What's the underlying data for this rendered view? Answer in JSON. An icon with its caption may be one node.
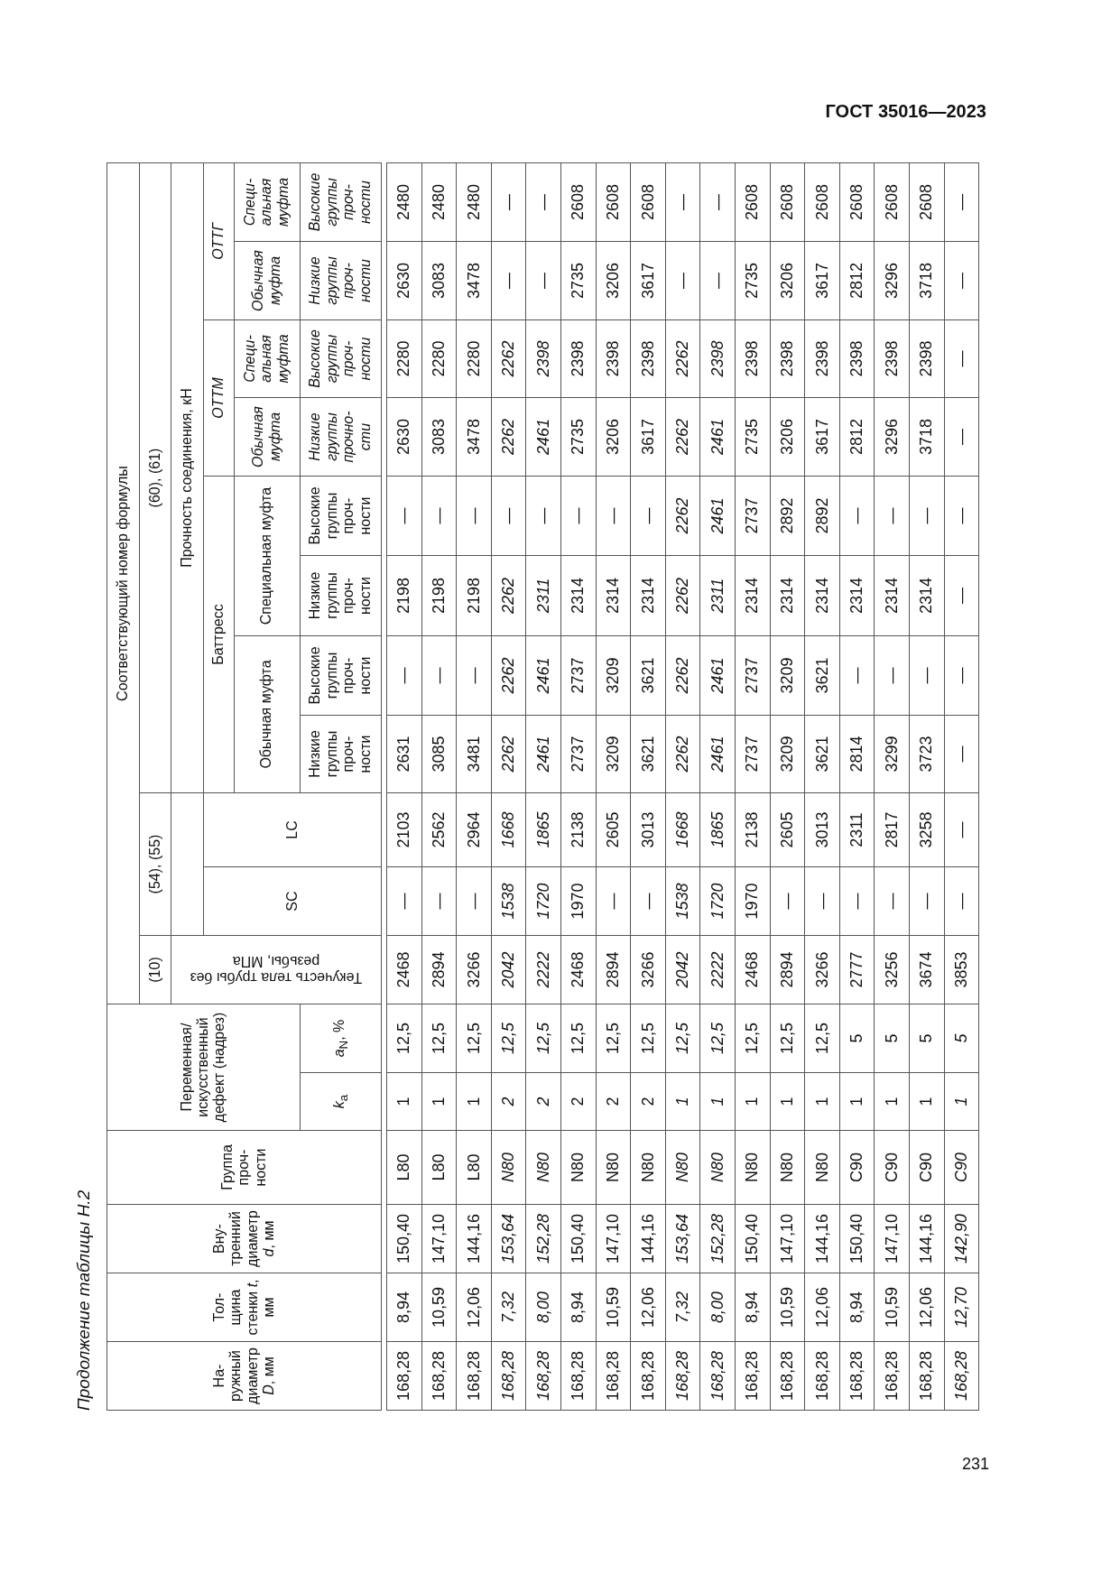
{
  "diagram": {
    "title": "Продолжение таблицы Н.2",
    "labels": [
      "ГОСТ 35016—2023",
      "На- ружный диаметр *D*, мм",
      "Тол- щина стенки *t*, мм",
      "Вну- тренний диаметр *d*, мм",
      "Группа проч- ности",
      "Переменная/ искусственный дефект (надрез)",
      "Соответствующий номер формулы",
      "(10)",
      "(54), (55)",
      "(60), (61)",
      "Текучесть тела трубы без резьбы, МПа",
      "Прочность соединения, кН",
      "SC",
      "LC",
      "Баттресс",
      "ОТТМ",
      "ОТТГ",
      "Обычная муфта",
      "Специальная муфта",
      "Обычная муфта",
      "Специ- альная муфта",
      "Обычная муфта",
      "Специ- альная муфта",
      "*k*$_{a}$",
      "*a*$_{N}$, %",
      "Низкие группы проч- ности",
      "Высокие группы проч- ности",
      "Низкие группы проч- ности",
      "Высокие группы проч- ности",
      "Низкие группы прочно- сти",
      "Высокие группы проч- ности",
      "Низкие группы проч- ности",
      "Высокие группы проч- ности",
      "168,28",
      "8,94",
      "150,40",
      "L80",
      "1",
      "12,5",
      "2468",
      "—",
      "2103",
      "2631",
      "—",
      "2198",
      "—",
      "2630",
      "2280",
      "2630",
      "2480",
      "168,28",
      "10,59",
      "147,10",
      "L80",
      "1",
      "12,5",
      "2894",
      "—",
      "2562",
      "3085",
      "—",
      "2198",
      "—",
      "3083",
      "2280",
      "3083",
      "2480",
      "168,28",
      "12,06",
      "144,16",
      "L80",
      "1",
      "12,5",
      "3266",
      "—",
      "2964",
      "3481",
      "—",
      "2198",
      "—",
      "3478",
      "2280",
      "3478",
      "2480",
      "168,28",
      "7,32",
      "153,64",
      "N80",
      "2",
      "12,5",
      "2042",
      "1538",
      "1668",
      "2262",
      "2262",
      "2262",
      "—",
      "2262",
      "2262",
      "—",
      "—",
      "168,28",
      "8,00",
      "152,28",
      "N80",
      "2",
      "12,5",
      "2222",
      "1720",
      "1865",
      "2461",
      "2461",
      "2311",
      "—",
      "2461",
      "2398",
      "—",
      "—",
      "168,28",
      "8,94",
      "150,40",
      "N80",
      "2",
      "12,5",
      "2468",
      "1970",
      "2138",
      "2737",
      "2737",
      "2314",
      "—",
      "2735",
      "2398",
      "2735",
      "2608",
      "168,28",
      "10,59",
      "147,10",
      "N80",
      "2",
      "12,5",
      "2894",
      "—",
      "2605",
      "3209",
      "3209",
      "2314",
      "—",
      "3206",
      "2398",
      "3206",
      "2608",
      "168,28",
      "12,06",
      "144,16",
      "N80",
      "2",
      "12,5",
      "3266",
      "—",
      "3013",
      "3621",
      "3621",
      "2314",
      "—",
      "3617",
      "2398",
      "3617",
      "2608",
      "168,28",
      "7,32",
      "153,64",
      "N80",
      "1",
      "12,5",
      "2042",
      "1538",
      "1668",
      "2262",
      "2262",
      "2262",
      "2262",
      "2262",
      "2262",
      "—",
      "—",
      "168,28",
      "8,00",
      "152,28",
      "N80",
      "1",
      "12,5",
      "2222",
      "1720",
      "1865",
      "2461",
      "2461",
      "2311",
      "2461",
      "2461",
      "2398",
      "—",
      "—",
      "168,28",
      "8,94",
      "150,40",
      "N80",
      "1",
      "12,5",
      "2468",
      "1970",
      "2138",
      "2737",
      "2737",
      "2314",
      "2737",
      "2735",
      "2398",
      "2735",
      "2608",
      "168,28",
      "10,59",
      "147,10",
      "N80",
      "1",
      "12,5",
      "2894",
      "—",
      "2605",
      "3209",
      "3209",
      "2314",
      "2892",
      "3206",
      "2398",
      "3206",
      "2608",
      "168,28",
      "12,06",
      "144,16",
      "N80",
      "1",
      "12,5",
      "3266",
      "—",
      "3013",
      "3621",
      "3621",
      "2314",
      "2892",
      "3617",
      "2398",
      "3617",
      "2608",
      "168,28",
      "8,94",
      "150,40",
      "C90",
      "1",
      "5",
      "2777",
      "—",
      "2311",
      "2814",
      "—",
      "2314",
      "—",
      "2812",
      "2398",
      "2812",
      "2608",
      "168,28",
      "10,59",
      "147,10",
      "C90",
      "1",
      "5",
      "3256",
      "—",
      "2817",
      "3299",
      "—",
      "2314",
      "—",
      "3296",
      "2398",
      "3296",
      "2608",
      "168,28",
      "12,06",
      "144,16",
      "C90",
      "1",
      "5",
      "3674",
      "—",
      "3258",
      "3723",
      "—",
      "2314",
      "—",
      "3718",
      "2398",
      "3718",
      "2608",
      "168,28",
      "12,70",
      "142,90",
      "C90",
      "1",
      "5",
      "3853",
      "—",
      "—",
      "—",
      "—",
      "—",
      "—",
      "—",
      "—",
      "—",
      "—",
      "231"
    ]
  }
}
